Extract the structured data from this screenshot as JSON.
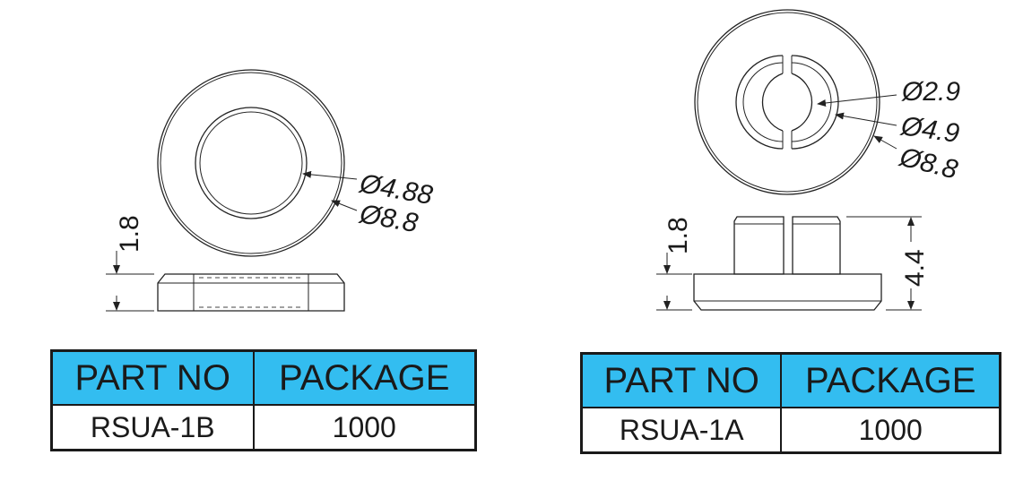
{
  "left_part": {
    "dims": {
      "inner_diameter": "Ø4.88",
      "outer_diameter": "Ø8.8",
      "height": "1.8"
    },
    "table": {
      "header": {
        "part_no": "PART NO",
        "package": "PACKAGE"
      },
      "row": {
        "part_no": "RSUA-1B",
        "package": "1000"
      }
    }
  },
  "right_part": {
    "dims": {
      "inner_diameter": "Ø2.9",
      "middle_diameter": "Ø4.9",
      "outer_diameter": "Ø8.8",
      "flange_height": "1.8",
      "total_height": "4.4"
    },
    "table": {
      "header": {
        "part_no": "PART NO",
        "package": "PACKAGE"
      },
      "row": {
        "part_no": "RSUA-1A",
        "package": "1000"
      }
    }
  },
  "colors": {
    "header_fill": "#33bdf0",
    "line": "#222222"
  }
}
